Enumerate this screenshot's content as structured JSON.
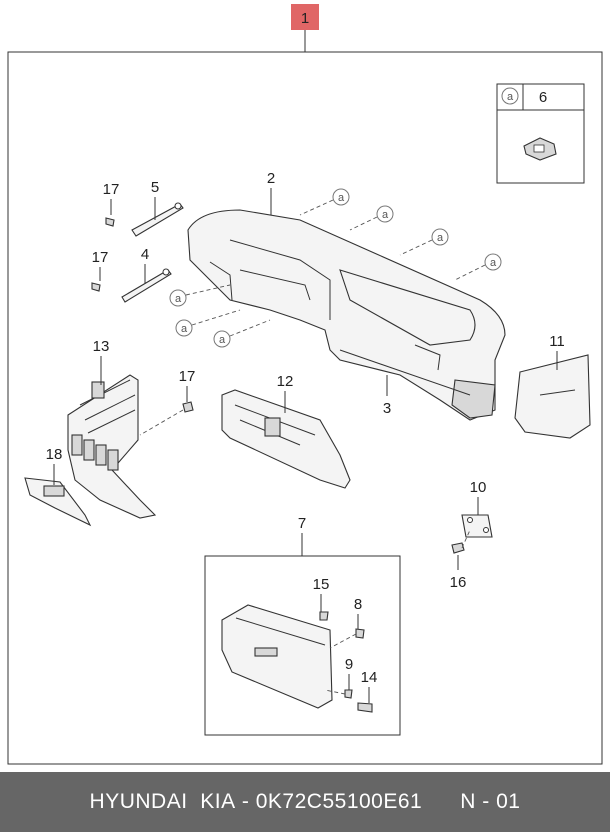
{
  "diagram": {
    "main_callout": "1",
    "inset_callout_a": "a",
    "inset_part": "6",
    "callout_a": "a",
    "parts": {
      "p2": "2",
      "p3": "3",
      "p4": "4",
      "p5": "5",
      "p7": "7",
      "p8": "8",
      "p9": "9",
      "p10": "10",
      "p11": "11",
      "p12": "12",
      "p13": "13",
      "p14": "14",
      "p15": "15",
      "p16": "16",
      "p17a": "17",
      "p17b": "17",
      "p17c": "17",
      "p18": "18"
    },
    "colors": {
      "highlight": "#e06666",
      "footer_bg": "#666666"
    }
  },
  "footer": {
    "brand": "HYUNDAI  KIA",
    "separator": " - ",
    "part_number": "0K72C55100E61",
    "page": "N - 01"
  }
}
